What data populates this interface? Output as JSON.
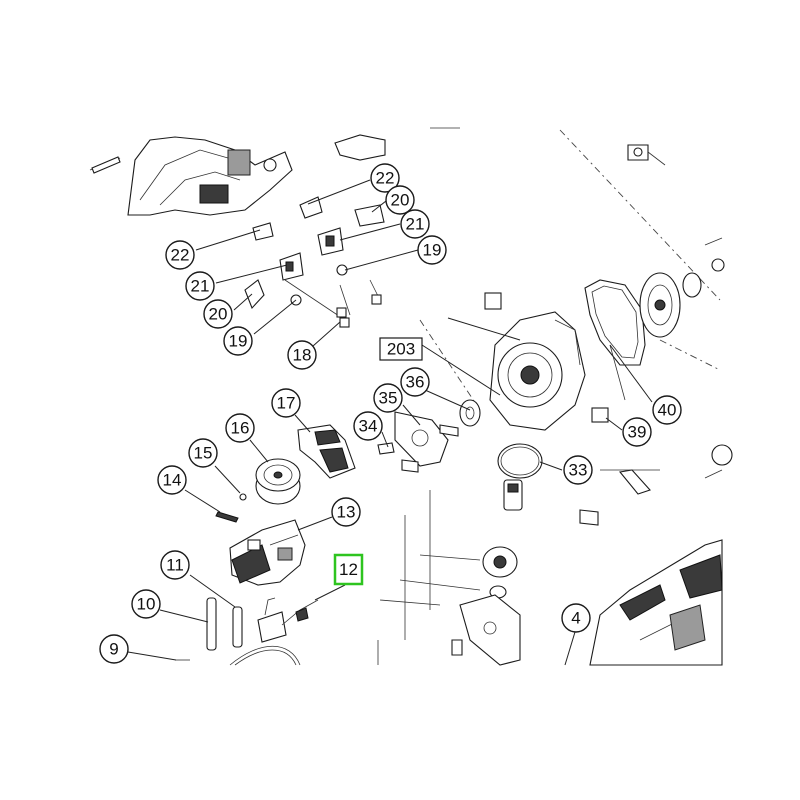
{
  "diagram": {
    "highlight_color": "#2ec41f",
    "callouts": [
      {
        "id": "c22a",
        "label": "22"
      },
      {
        "id": "c20a",
        "label": "20"
      },
      {
        "id": "c21a",
        "label": "21"
      },
      {
        "id": "c19a",
        "label": "19"
      },
      {
        "id": "c22b",
        "label": "22"
      },
      {
        "id": "c21b",
        "label": "21"
      },
      {
        "id": "c20b",
        "label": "20"
      },
      {
        "id": "c19b",
        "label": "19"
      },
      {
        "id": "c18",
        "label": "18"
      },
      {
        "id": "c203",
        "label": "203"
      },
      {
        "id": "c36",
        "label": "36"
      },
      {
        "id": "c35",
        "label": "35"
      },
      {
        "id": "c34",
        "label": "34"
      },
      {
        "id": "c40",
        "label": "40"
      },
      {
        "id": "c39",
        "label": "39"
      },
      {
        "id": "c33",
        "label": "33"
      },
      {
        "id": "c17",
        "label": "17"
      },
      {
        "id": "c16",
        "label": "16"
      },
      {
        "id": "c15",
        "label": "15"
      },
      {
        "id": "c14",
        "label": "14"
      },
      {
        "id": "c13",
        "label": "13"
      },
      {
        "id": "c12",
        "label": "12"
      },
      {
        "id": "c11",
        "label": "11"
      },
      {
        "id": "c10",
        "label": "10"
      },
      {
        "id": "c9",
        "label": "9"
      },
      {
        "id": "c4",
        "label": "4"
      }
    ]
  }
}
